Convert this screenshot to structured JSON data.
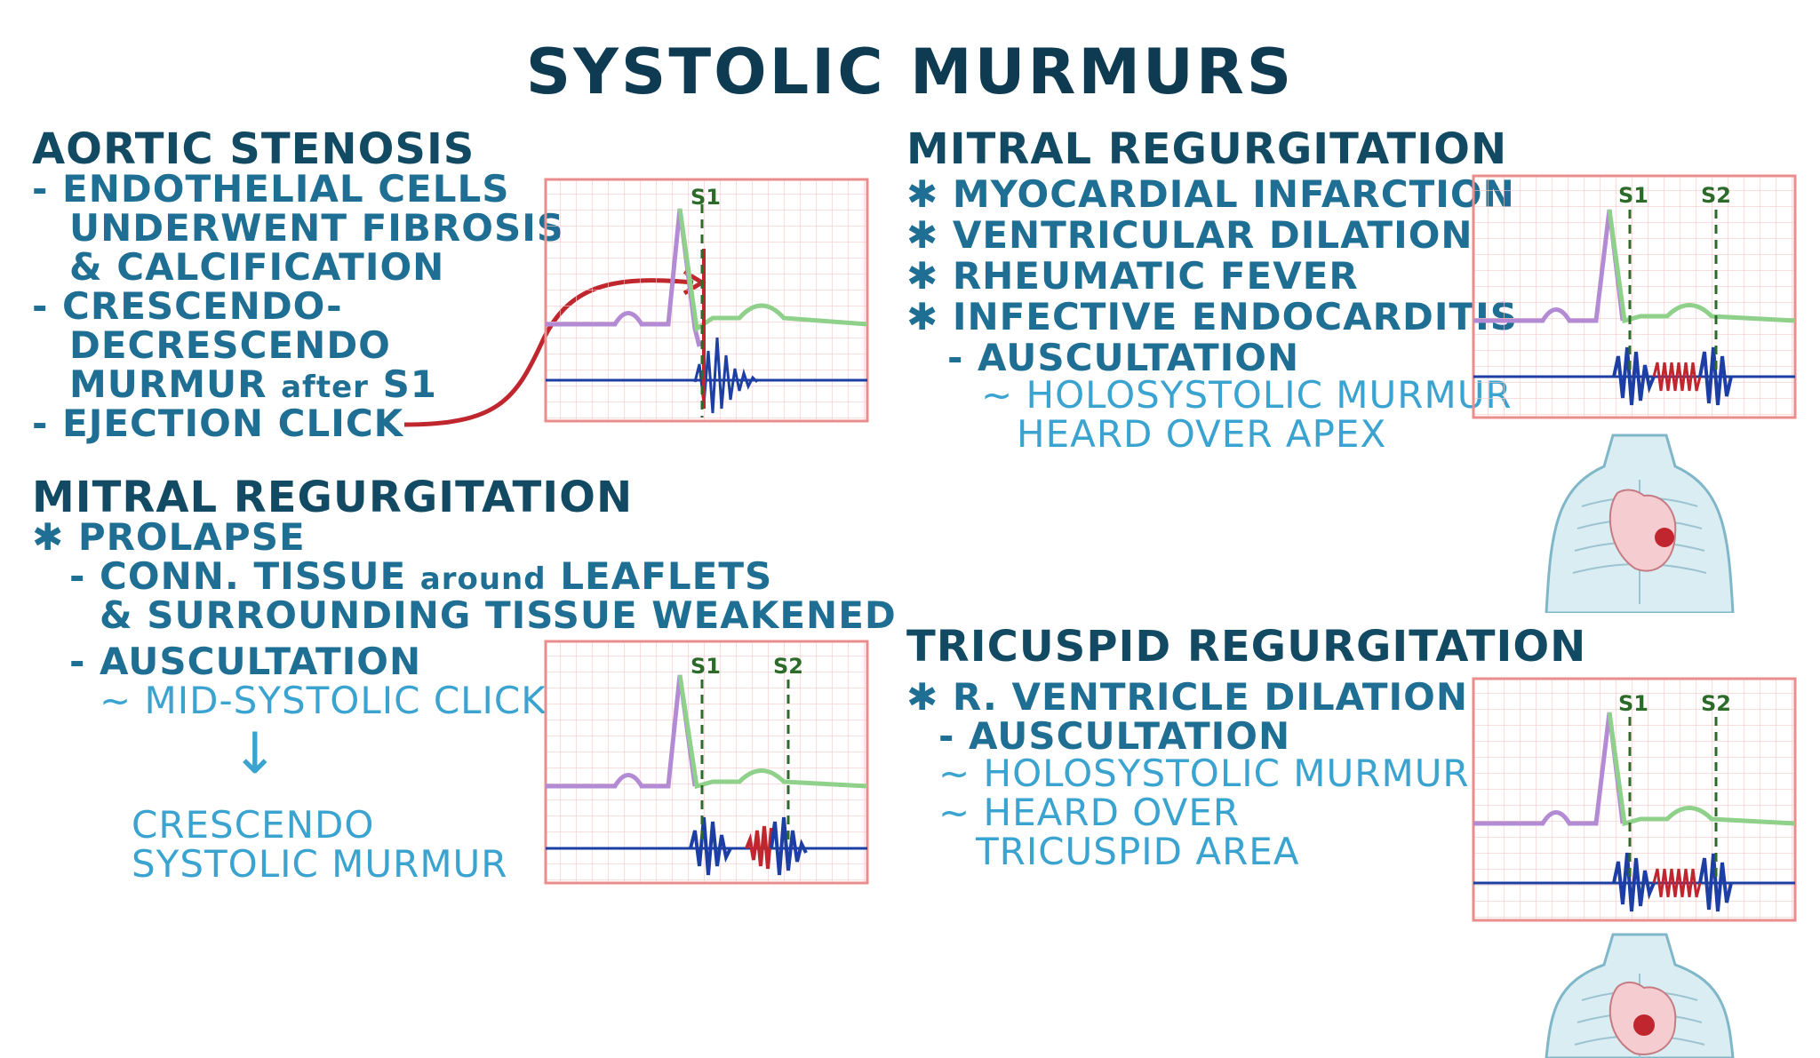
{
  "title": "SYSTOLIC MURMURS",
  "aortic": {
    "heading": "AORTIC STENOSIS",
    "items": [
      "- ENDOTHELIAL CELLS",
      "UNDERWENT FIBROSIS",
      "& CALCIFICATION",
      "- CRESCENDO-",
      "DECRESCENDO",
      "MURMUR",
      "after",
      "S1",
      "- EJECTION CLICK"
    ]
  },
  "mitral_left": {
    "heading": "MITRAL REGURGITATION",
    "prolapse": "✱ PROLAPSE",
    "line1a": "- CONN. TISSUE",
    "line1b": "around",
    "line1c": "LEAFLETS",
    "line2": "& SURROUNDING TISSUE WEAKENED",
    "auscultation": "- AUSCULTATION",
    "click": "~ MID-SYSTOLIC CLICK",
    "arrow": "↓",
    "result1": "CRESCENDO",
    "result2": "SYSTOLIC MURMUR"
  },
  "mitral_right": {
    "heading": "MITRAL REGURGITATION",
    "causes": [
      "✱ MYOCARDIAL INFARCTION",
      "✱ VENTRICULAR DILATION",
      "✱ RHEUMATIC FEVER",
      "✱ INFECTIVE ENDOCARDITIS"
    ],
    "auscultation": "- AUSCULTATION",
    "finding1": "~ HOLOSYSTOLIC MURMUR",
    "finding2": "HEARD OVER APEX"
  },
  "tricuspid": {
    "heading": "TRICUSPID REGURGITATION",
    "cause": "✱ R. VENTRICLE DILATION",
    "auscultation": "- AUSCULTATION",
    "finding1": "~ HOLOSYSTOLIC MURMUR",
    "finding2": "~ HEARD OVER",
    "finding3": "TRICUSPID AREA"
  },
  "ecg_labels": {
    "s1": "S1",
    "s2": "S2"
  },
  "colors": {
    "title": "#0e3a52",
    "grid": "#f3b8b8",
    "frame": "#e98d8d",
    "ecg_purple": "#b28bd4",
    "ecg_green": "#8fd08a",
    "sound_blue": "#1d3fa3",
    "murmur_red": "#c0262d",
    "marker_green": "#2d6b2a"
  }
}
